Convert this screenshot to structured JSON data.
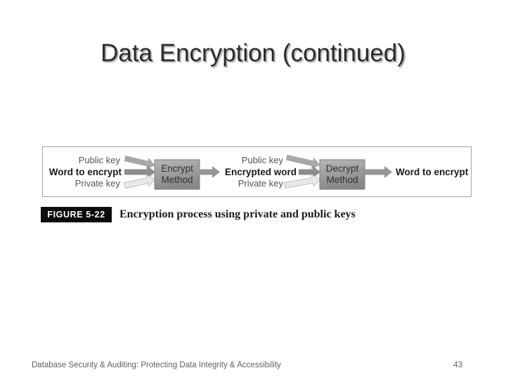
{
  "slide": {
    "title": "Data Encryption (continued)",
    "footer": "Database Security & Auditing: Protecting Data Integrity & Accessibility",
    "page_number": "43"
  },
  "figure": {
    "tag": "FIGURE 5-22",
    "caption": "Encryption process using private and public keys",
    "diagram": {
      "encrypt_inputs": [
        "Public key",
        "Word to encrypt",
        "Private key"
      ],
      "encrypt_box_line1": "Encrypt",
      "encrypt_box_line2": "Method",
      "decrypt_inputs": [
        "Public key",
        "Encrypted word",
        "Private key"
      ],
      "decrypt_box_line1": "Decrypt",
      "decrypt_box_line2": "Method",
      "output_label": "Word to encrypt",
      "colors": {
        "public_key_arrow": "#a8a8a8",
        "main_flow_arrow": "#8c8c8c",
        "private_key_arrow": "#e8e8e8",
        "output_arrow": "#969696",
        "method_box_top": "#b7b7b7",
        "method_box_bottom": "#878787",
        "figure_tag_bg": "#0c0c0c"
      }
    }
  }
}
